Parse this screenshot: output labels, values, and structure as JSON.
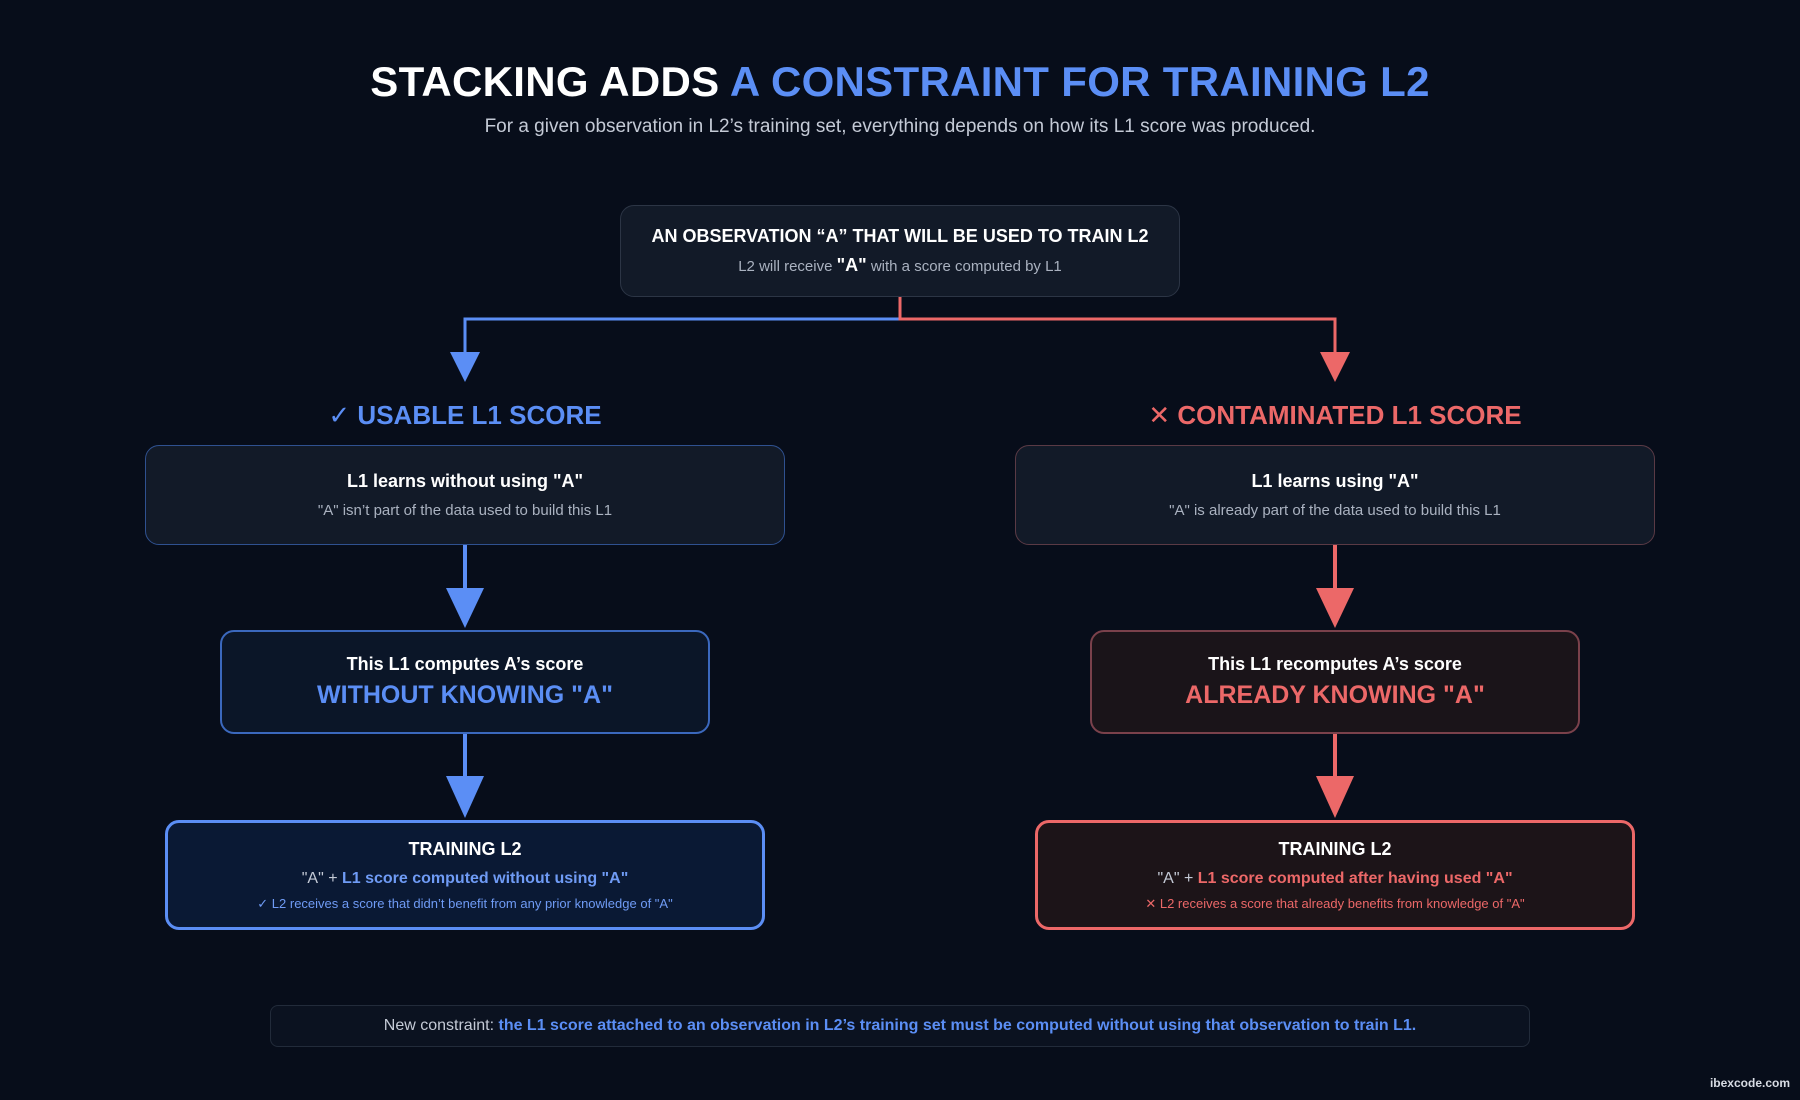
{
  "title": {
    "plain": "STACKING ADDS ",
    "highlight": "A CONSTRAINT FOR TRAINING L2",
    "subtitle": "For a given observation in L2’s training set, everything depends on how its L1 score was produced."
  },
  "observation": {
    "title": "AN OBSERVATION “A” THAT WILL BE USED TO TRAIN L2",
    "sub_before": "L2 will receive ",
    "sub_strong": "\"A\"",
    "sub_after": " with a score computed by L1"
  },
  "left": {
    "heading": "✓ USABLE L1 SCORE",
    "learn_title": "L1 learns without using \"A\"",
    "learn_sub": "\"A\" isn’t part of the data used to build this L1",
    "compute_title": "This L1 computes A’s score",
    "compute_big": "WITHOUT KNOWING \"A\"",
    "train_title": "TRAINING L2",
    "train_prefix": "\"A\" + ",
    "train_highlight": "L1 score computed without using \"A\"",
    "train_note": "✓ L2 receives a score that didn’t benefit from any prior knowledge of \"A\""
  },
  "right": {
    "heading": "✕ CONTAMINATED L1 SCORE",
    "learn_title": "L1 learns using \"A\"",
    "learn_sub": "\"A\" is already part of the data used to build this L1",
    "compute_title": "This L1 recomputes A’s score",
    "compute_big": "ALREADY KNOWING \"A\"",
    "train_title": "TRAINING L2",
    "train_prefix": "\"A\" + ",
    "train_highlight": "L1 score computed after having used \"A\"",
    "train_note": "✕ L2 receives a score that already benefits from knowledge of \"A\""
  },
  "footer": {
    "prefix": "New constraint: ",
    "highlight": "the L1 score attached to an observation in L2’s training set must be computed without using that observation to train L1."
  },
  "credit": "ibexcode.com",
  "colors": {
    "background": "#070d1a",
    "blue": "#5b8ef5",
    "red": "#ec6868"
  }
}
